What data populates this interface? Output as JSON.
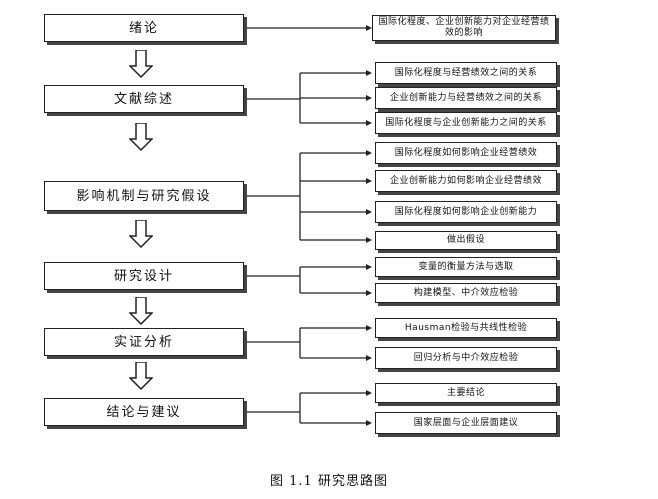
{
  "stages": [
    {
      "label": "绪论"
    },
    {
      "label": "文献综述"
    },
    {
      "label": "影响机制与研究假设"
    },
    {
      "label": "研究设计"
    },
    {
      "label": "实证分析"
    },
    {
      "label": "结论与建议"
    }
  ],
  "details": [
    {
      "stage": 0,
      "label": "国际化程度、企业创新能力对企业经营绩效的影响"
    },
    {
      "stage": 1,
      "label": "国际化程度与经营绩效之间的关系"
    },
    {
      "stage": 1,
      "label": "企业创新能力与经营绩效之间的关系"
    },
    {
      "stage": 1,
      "label": "国际化程度与企业创新能力之间的关系"
    },
    {
      "stage": 2,
      "label": "国际化程度如何影响企业经营绩效"
    },
    {
      "stage": 2,
      "label": "企业创新能力如何影响企业经营绩效"
    },
    {
      "stage": 2,
      "label": "国际化程度如何影响企业创新能力"
    },
    {
      "stage": 2,
      "label": "做出假设"
    },
    {
      "stage": 3,
      "label": "变量的衡量方法与选取"
    },
    {
      "stage": 3,
      "label": "构建模型、中介效应检验"
    },
    {
      "stage": 4,
      "label": "Hausman检验与共线性检验"
    },
    {
      "stage": 4,
      "label": "回归分析与中介效应检验"
    },
    {
      "stage": 5,
      "label": "主要结论"
    },
    {
      "stage": 5,
      "label": "国家层面与企业层面建议"
    }
  ],
  "caption": "图 1.1  研究思路图",
  "colors": {
    "line": "#222222",
    "box_shadow": "#444444"
  }
}
